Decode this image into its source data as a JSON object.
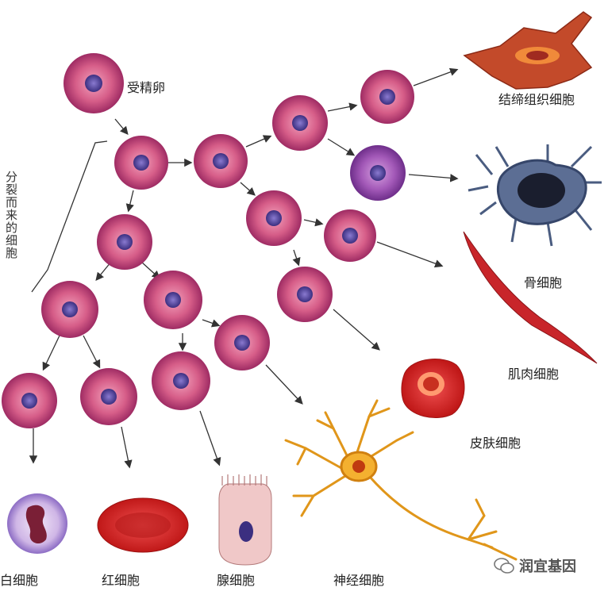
{
  "labels": {
    "zygote": "受精卵",
    "divided_cells": "分裂而来的细胞",
    "connective_tissue": "结缔组织细胞",
    "bone": "骨细胞",
    "muscle": "肌肉细胞",
    "skin": "皮肤细胞",
    "nerve": "神经细胞",
    "gland": "腺细胞",
    "red_blood": "红细胞",
    "white_blood": "白细胞"
  },
  "watermark": {
    "text": "润宜基因"
  },
  "colors": {
    "stem_outer": "#b03a6e",
    "stem_inner": "#e07a9a",
    "nucleus": "#5b4a9e",
    "arrow": "#333333",
    "red_cell": "#d91f1f",
    "nerve": "#e8a21a",
    "bone": "#4a5c80"
  }
}
